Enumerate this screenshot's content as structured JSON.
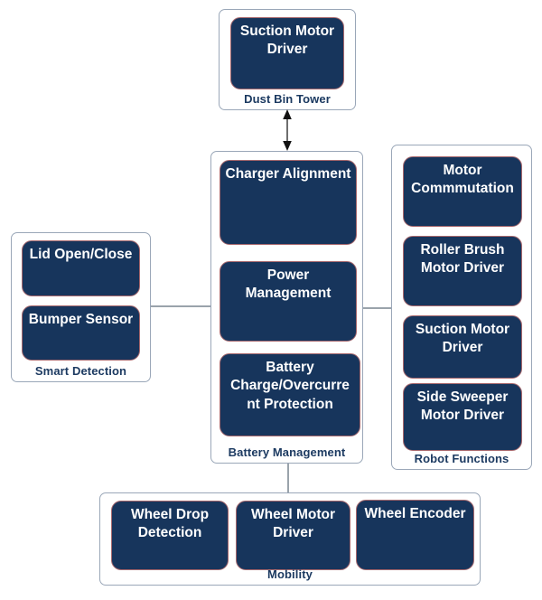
{
  "colors": {
    "node_fill": "#17355c",
    "node_border": "#a7686d",
    "node_text": "#ffffff",
    "group_border": "#9aa7b8",
    "group_label_text": "#1c3a61",
    "connector": "#9aa3ab",
    "arrow": "#111111"
  },
  "groups": [
    {
      "label": "Dust Bin Tower",
      "boxes": [
        {
          "label": "Suction Motor Driver"
        }
      ]
    },
    {
      "label": "Battery Management",
      "boxes": [
        {
          "label": "Charger Alignment"
        },
        {
          "label": "Power Management"
        },
        {
          "label": "Battery Charge/Overcurrent Protection",
          "lines": [
            "Battery",
            "Charge/Overcurre",
            "nt Protection"
          ]
        }
      ]
    },
    {
      "label": "Smart Detection",
      "boxes": [
        {
          "label": "Lid Open/Close"
        },
        {
          "label": "Bumper Sensor"
        }
      ]
    },
    {
      "label": "Robot Functions",
      "boxes": [
        {
          "label": "Motor Commmutation"
        },
        {
          "label": "Roller Brush Motor Driver"
        },
        {
          "label": "Suction Motor Driver"
        },
        {
          "label": "Side Sweeper Motor Driver"
        }
      ]
    },
    {
      "label": "Mobility",
      "boxes": [
        {
          "label": "Wheel Drop Detection"
        },
        {
          "label": "Wheel Motor Driver"
        },
        {
          "label": "Wheel Encoder"
        }
      ]
    }
  ],
  "connections": [
    {
      "from": "Dust Bin Tower",
      "to": "Battery Management",
      "type": "double-arrow"
    },
    {
      "from": "Smart Detection",
      "to": "Battery Management",
      "type": "line"
    },
    {
      "from": "Battery Management",
      "to": "Robot Functions",
      "type": "line"
    },
    {
      "from": "Battery Management",
      "to": "Mobility",
      "type": "line"
    }
  ]
}
